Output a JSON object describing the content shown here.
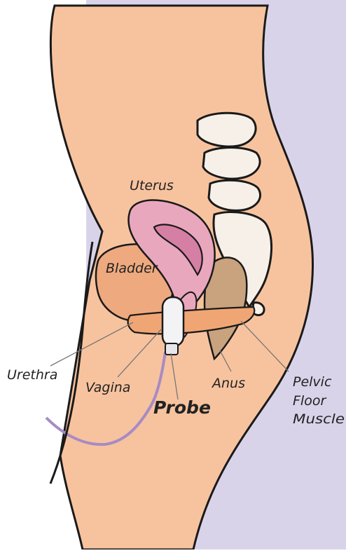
{
  "diagram": {
    "labels": {
      "uterus": "Uterus",
      "bladder": "Bladder",
      "urethra": "Urethra",
      "vagina": "Vagina",
      "probe": "Probe",
      "anus": "Anus",
      "pelvic_floor_muscle_line1": "Pelvic",
      "pelvic_floor_muscle_line2": "Floor",
      "pelvic_floor_muscle_line3": "Muscle"
    },
    "colors": {
      "background_panel": "#d9d3ea",
      "skin": "#f7c39e",
      "bladder": "#eea97f",
      "uterus": "#e9a7be",
      "uterus_inner": "#d67fa4",
      "bone": "#f6f0e8",
      "rectum": "#c9a27e",
      "pelvic_floor": "#f0a674",
      "probe_cable": "#a68bc4",
      "outline": "#1a1a1a"
    }
  }
}
